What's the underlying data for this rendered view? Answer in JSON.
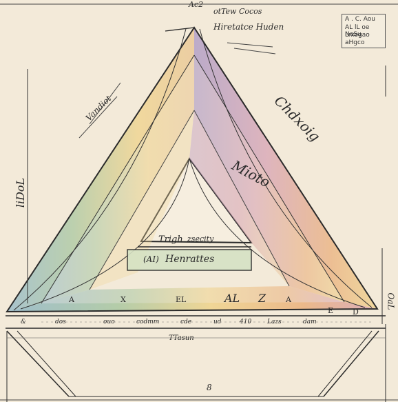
{
  "labels": {
    "top_left": "Ac2",
    "top_right": "otTew Cocos",
    "apex_title": "Hiretatce Huden",
    "inner_text_1": "Trigh",
    "inner_text_2": "zsecity",
    "inner_box_prefix": "(AI)",
    "inner_box_text": "Henrattes",
    "middle_word": "Mioto",
    "right_edge_word": "Chdxoig",
    "left_edge_word": "Vandiot",
    "left_margin": "liDoL",
    "right_margin": "OaL",
    "bottom_caption": "TTasun",
    "bottom_mark": "8",
    "base_letters": [
      "A",
      "X",
      "EL",
      "AL",
      "Z",
      "A"
    ],
    "bottom_right_letters": [
      "E",
      "D"
    ],
    "ruler_marks": [
      "&",
      "dos",
      "ouo",
      "codmm",
      "cde",
      "ud",
      "410",
      "Lazs",
      "dam"
    ]
  },
  "legend": {
    "lines": [
      "A . C. Aou",
      "AL lL oe NeSu",
      "Lrxogao",
      "aHgco"
    ]
  },
  "colors": {
    "paper": "#f3ead9",
    "ink": "#2a2a2a",
    "blue": "#8fb6c9",
    "green": "#a9c7a0",
    "yellow": "#efd28a",
    "orange": "#eab07c",
    "pink": "#d7a3b4",
    "purple": "#a996c4"
  }
}
